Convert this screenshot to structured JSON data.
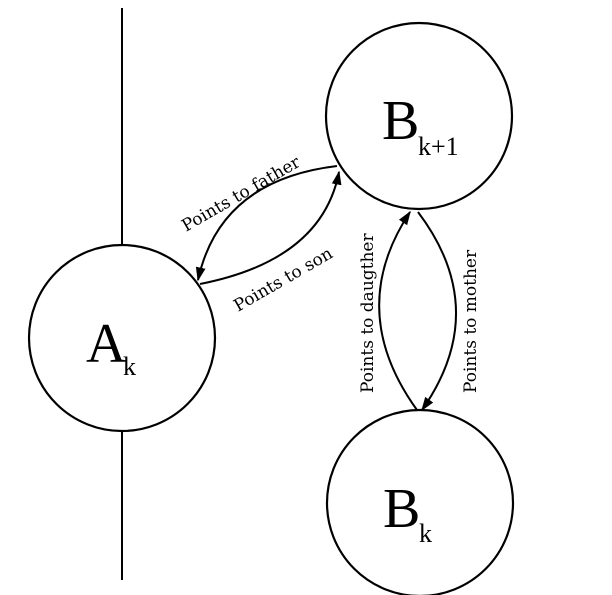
{
  "nodes": {
    "a": {
      "letter": "A",
      "index": "k"
    },
    "b_upper": {
      "letter": "B",
      "index": "k+1"
    },
    "b_lower": {
      "letter": "B",
      "index": "k"
    }
  },
  "edges": {
    "to_father": "Points to father",
    "to_son": "Points to son",
    "to_daughter": "Points to daugther",
    "to_mother": "Points to mother"
  }
}
